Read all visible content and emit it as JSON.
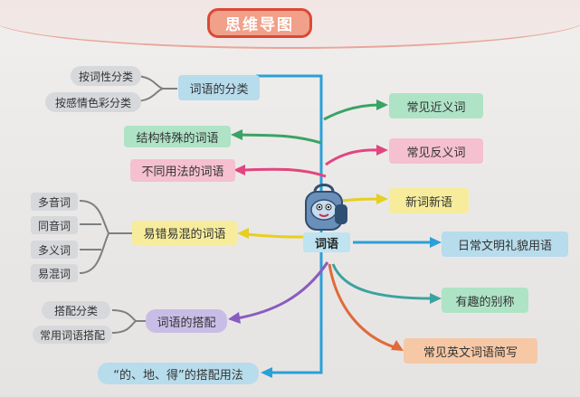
{
  "title": "思维导图",
  "center": "词语",
  "left_top": {
    "main": "词语的分类",
    "subs": [
      "按词性分类",
      "按感情色彩分类"
    ]
  },
  "left_nodes": {
    "special": "结构特殊的词语",
    "usage": "不同用法的词语"
  },
  "confusing": {
    "main": "易错易混的词语",
    "subs": [
      "多音词",
      "同音词",
      "多义词",
      "易混词"
    ]
  },
  "collocation": {
    "main": "词语的搭配",
    "subs": [
      "搭配分类",
      "常用词语搭配"
    ]
  },
  "de_usage": "“的、地、得”的搭配用法",
  "right_nodes": {
    "synonyms": "常见近义词",
    "antonyms": "常见反义词",
    "new_words": "新词新语",
    "polite": "日常文明礼貌用语",
    "nicknames": "有趣的别称",
    "english": "常见英文词语简写"
  },
  "colors": {
    "blue": "#2aa0d8",
    "green": "#3aa366",
    "pink": "#e2457f",
    "yellow": "#e7cf1d",
    "purple": "#8a5cc0",
    "orange": "#e06a3a",
    "grey": "#7d7f82"
  }
}
